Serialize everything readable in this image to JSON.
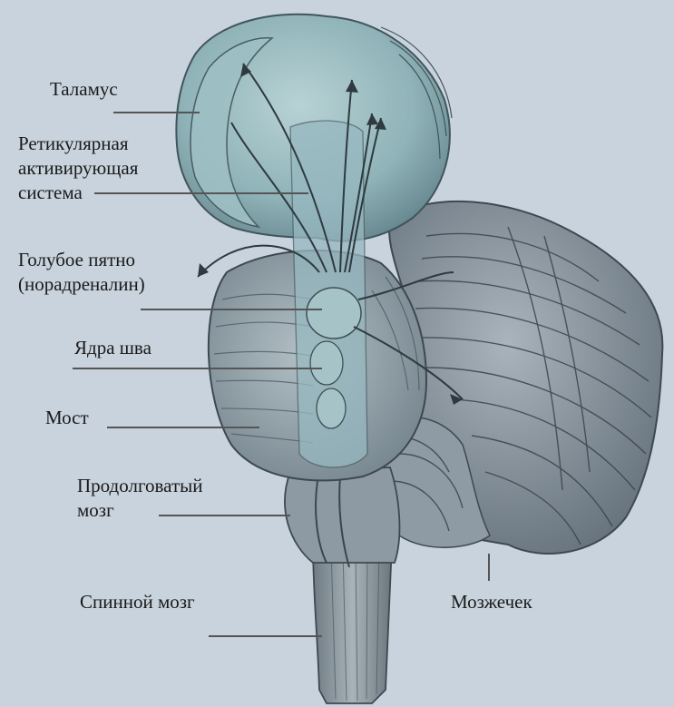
{
  "labels": {
    "thalamus": "Таламус",
    "reticular": "Ретикулярная\nактивирующая\nсистема",
    "locus": "Голубое пятно\n(норадреналин)",
    "raphe": "Ядра шва",
    "pons": "Мост",
    "medulla": "Продолговатый\nмозг",
    "spinal": "Спинной мозг",
    "cerebellum": "Мозжечек"
  },
  "colors": {
    "background": "#c8d3dd",
    "thalamus_fill": "#8fb3b8",
    "stem_fill": "#9aa8b0",
    "cerebellum_fill": "#8c98a3",
    "line": "#555555"
  }
}
